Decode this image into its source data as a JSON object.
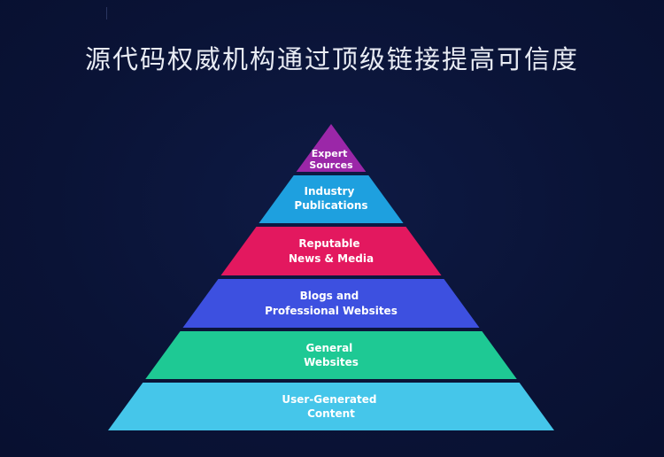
{
  "title": "源代码权威机构通过顶级链接提高可信度",
  "tiers": [
    {
      "lines": [
        "Expert",
        "Sources"
      ],
      "color": "#9b27a8"
    },
    {
      "lines": [
        "Industry",
        "Publications"
      ],
      "color": "#1ea0df"
    },
    {
      "lines": [
        "Reputable",
        "News & Media"
      ],
      "color": "#e3185f"
    },
    {
      "lines": [
        "Blogs and",
        "Professional Websites"
      ],
      "color": "#3d50e0"
    },
    {
      "lines": [
        "General",
        "Websites"
      ],
      "color": "#1ec994"
    },
    {
      "lines": [
        "User-Generated",
        "Content"
      ],
      "color": "#45c6ea"
    }
  ]
}
